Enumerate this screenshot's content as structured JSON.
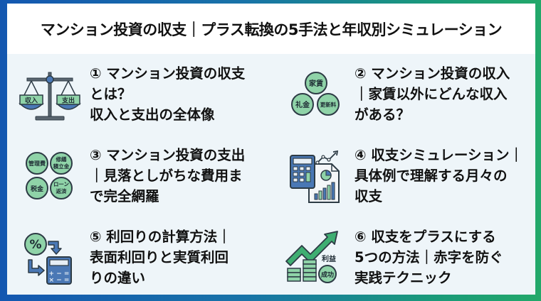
{
  "header": {
    "title": "マンション投資の収支｜プラス転換の5手法と年収別シミュレーション"
  },
  "colors": {
    "border_left": "#1457b0",
    "border_right": "#22a86a",
    "header_bg": "#ffffff",
    "body_bg": "#eef5f9",
    "icon_green": "#8fd3a8",
    "icon_blue": "#4a78b5",
    "icon_outline": "#2d3b45"
  },
  "cards": [
    {
      "number": "①",
      "icon": "balance-scale-icon",
      "icon_labels": [
        "収入",
        "支出"
      ],
      "lines": [
        "① マンション投資の収支",
        "とは？",
        "収入と支出の全体像"
      ]
    },
    {
      "number": "②",
      "icon": "income-circles-icon",
      "icon_labels": [
        "家賃",
        "礼金",
        "更新料"
      ],
      "lines": [
        "② マンション投資の収入",
        "｜家賃以外にどんな収入",
        "がある？"
      ]
    },
    {
      "number": "③",
      "icon": "expense-circles-icon",
      "icon_labels": [
        "管理費",
        "修繕",
        "積立金",
        "税金",
        "ローン",
        "返済"
      ],
      "lines": [
        "③ マンション投資の支出",
        "｜見落としがちな費用ま",
        "で完全網羅"
      ]
    },
    {
      "number": "④",
      "icon": "calculator-chart-icon",
      "icon_labels": [],
      "lines": [
        "④ 収支シミュレーション｜",
        "具体例で理解する月々の",
        "収支"
      ]
    },
    {
      "number": "⑤",
      "icon": "percent-calculator-icon",
      "icon_labels": [
        "%"
      ],
      "lines": [
        "⑤ 利回りの計算方法｜",
        "表面利回りと実質利回",
        "りの違い"
      ]
    },
    {
      "number": "⑥",
      "icon": "profit-growth-icon",
      "icon_labels": [
        "利益",
        "成功"
      ],
      "lines": [
        "⑥ 収支をプラスにする",
        "5つの方法｜赤字を防ぐ",
        "実践テクニック"
      ]
    }
  ]
}
